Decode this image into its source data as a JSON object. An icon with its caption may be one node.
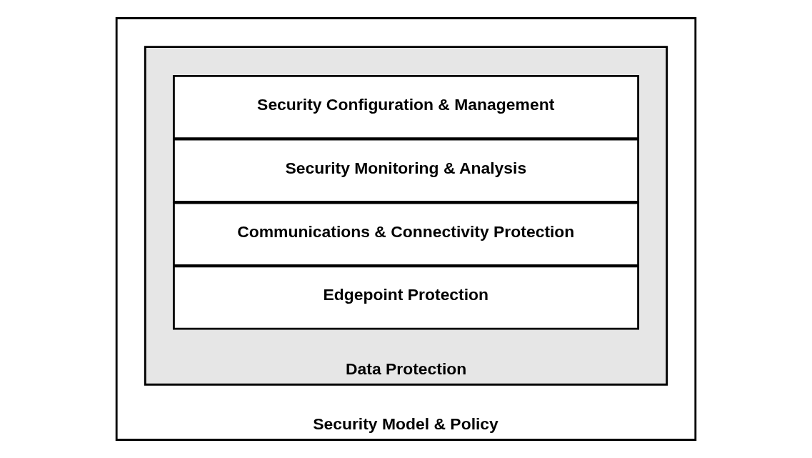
{
  "diagram": {
    "nodes": [
      {
        "text": [
          "Security Model & Policy"
        ]
      },
      {
        "text": [
          "Data Protection"
        ],
        "in": 0
      },
      {
        "text": [
          "Security Configuration & Management"
        ],
        "in": 1
      },
      {
        "text": [
          "Security Monitoring & Analysis"
        ],
        "in": 1
      },
      {
        "text": [
          "Communications & Connectivity Protection"
        ],
        "in": 1
      },
      {
        "text": [
          "Edgepoint Protection"
        ],
        "in": 1
      }
    ],
    "edges": []
  }
}
